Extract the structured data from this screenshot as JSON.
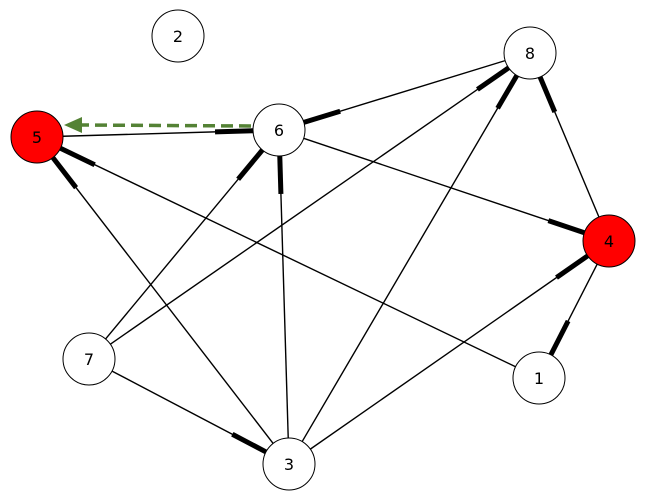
{
  "colors": {
    "background": "#ffffff",
    "edge": "#000000",
    "node_default_fill": "#ffffff",
    "node_highlight_fill": "#ff0000",
    "node_stroke": "#000000",
    "arrow": "#548235"
  },
  "nodes": [
    {
      "id": "1",
      "label": "1",
      "highlighted": false
    },
    {
      "id": "2",
      "label": "2",
      "highlighted": false
    },
    {
      "id": "3",
      "label": "3",
      "highlighted": false
    },
    {
      "id": "4",
      "label": "4",
      "highlighted": true
    },
    {
      "id": "5",
      "label": "5",
      "highlighted": true
    },
    {
      "id": "6",
      "label": "6",
      "highlighted": false
    },
    {
      "id": "7",
      "label": "7",
      "highlighted": false
    },
    {
      "id": "8",
      "label": "8",
      "highlighted": false
    }
  ],
  "edges": [
    {
      "from": "6",
      "to": "5",
      "thick_end": "6"
    },
    {
      "from": "5",
      "to": "1",
      "thick_end": "5"
    },
    {
      "from": "5",
      "to": "3",
      "thick_end": "5"
    },
    {
      "from": "6",
      "to": "8",
      "thick_end": "6"
    },
    {
      "from": "6",
      "to": "4",
      "thick_end": "4"
    },
    {
      "from": "6",
      "to": "3",
      "thick_end": "6"
    },
    {
      "from": "6",
      "to": "7",
      "thick_end": "6"
    },
    {
      "from": "8",
      "to": "7",
      "thick_end": "8"
    },
    {
      "from": "8",
      "to": "3",
      "thick_end": "8"
    },
    {
      "from": "4",
      "to": "8",
      "thick_end": "8"
    },
    {
      "from": "4",
      "to": "3",
      "thick_end": "4"
    },
    {
      "from": "4",
      "to": "1",
      "thick_end": "1"
    },
    {
      "from": "7",
      "to": "3",
      "thick_end": "3"
    }
  ],
  "highlight_arrow": {
    "from": "6",
    "to": "5",
    "style": "dashed"
  }
}
